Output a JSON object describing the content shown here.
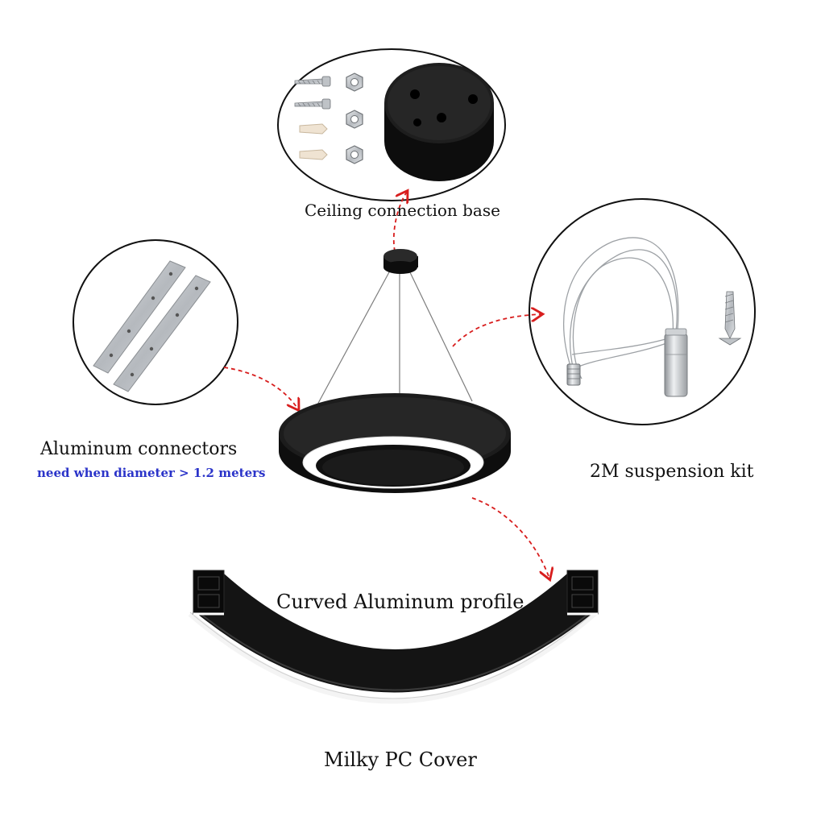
{
  "labels": {
    "ceiling_base": "Ceiling connection base",
    "aluminum_connectors": "Aluminum connectors",
    "connectors_note": "need when diameter > 1.2 meters",
    "suspension_kit": "2M suspension kit",
    "curved_profile": "Curved Aluminum profile",
    "pc_cover": "Milky PC Cover"
  },
  "colors": {
    "fixture": "#111111",
    "arrow": "#d81e1e",
    "note": "#2b34c9",
    "steel": "#c8cbcf"
  }
}
